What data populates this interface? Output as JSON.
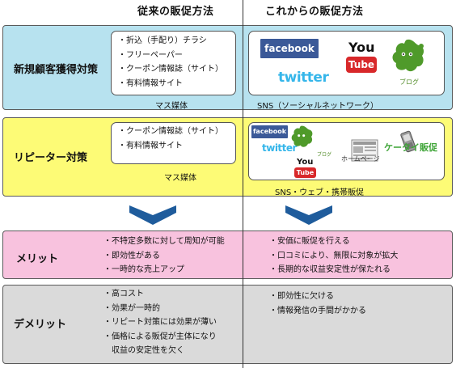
{
  "headers": {
    "traditional": "従来の販促方法",
    "future": "これからの販促方法"
  },
  "rows": {
    "new_customers": {
      "label": "新規顧客獲得対策",
      "traditional_items": [
        "・折込（手配り）チラシ",
        "・フリーペーパー",
        "・クーポン情報誌（サイト）",
        "・有料情報サイト"
      ],
      "traditional_caption": "マス媒体",
      "future_caption": "SNS（ソーシャルネットワーク）",
      "color": "#b7e2ef"
    },
    "repeaters": {
      "label": "リピーター対策",
      "traditional_items": [
        "・クーポン情報誌（サイト）",
        "・有料情報サイト"
      ],
      "traditional_caption": "マス媒体",
      "future_caption": "SNS・ウェブ・携帯販促",
      "color": "#fdfb76"
    },
    "merits": {
      "label": "メリット",
      "traditional_items": [
        "・不特定多数に対して周知が可能",
        "・即効性がある",
        "・一時的な売上アップ"
      ],
      "future_items": [
        "・安価に販促を行える",
        "・口コミにより、無限に対象が拡大",
        "・長期的な収益安定性が保たれる"
      ],
      "color": "#f8c2de"
    },
    "demerits": {
      "label": "デメリット",
      "traditional_items": [
        "・高コスト",
        "・効果が一時的",
        "・リピート対策には効果が薄い",
        "・価格による販促が主体になり",
        "　収益の安定性を欠く"
      ],
      "future_items": [
        "・即効性に欠ける",
        "・情報発信の手間がかかる"
      ],
      "color": "#dadada"
    }
  },
  "logos": {
    "facebook": "facebook",
    "twitter": "twitter",
    "youtube_you": "You",
    "youtube_tube": "Tube",
    "blog": "ブログ",
    "homepage": "ホームページ",
    "keitai": "ケータイ販促"
  },
  "colors": {
    "arrow": "#1f5c9c",
    "facebook": "#3b5998",
    "twitter": "#35b6ea",
    "youtube_red": "#d8282a",
    "blog_green": "#4f9a2a"
  }
}
